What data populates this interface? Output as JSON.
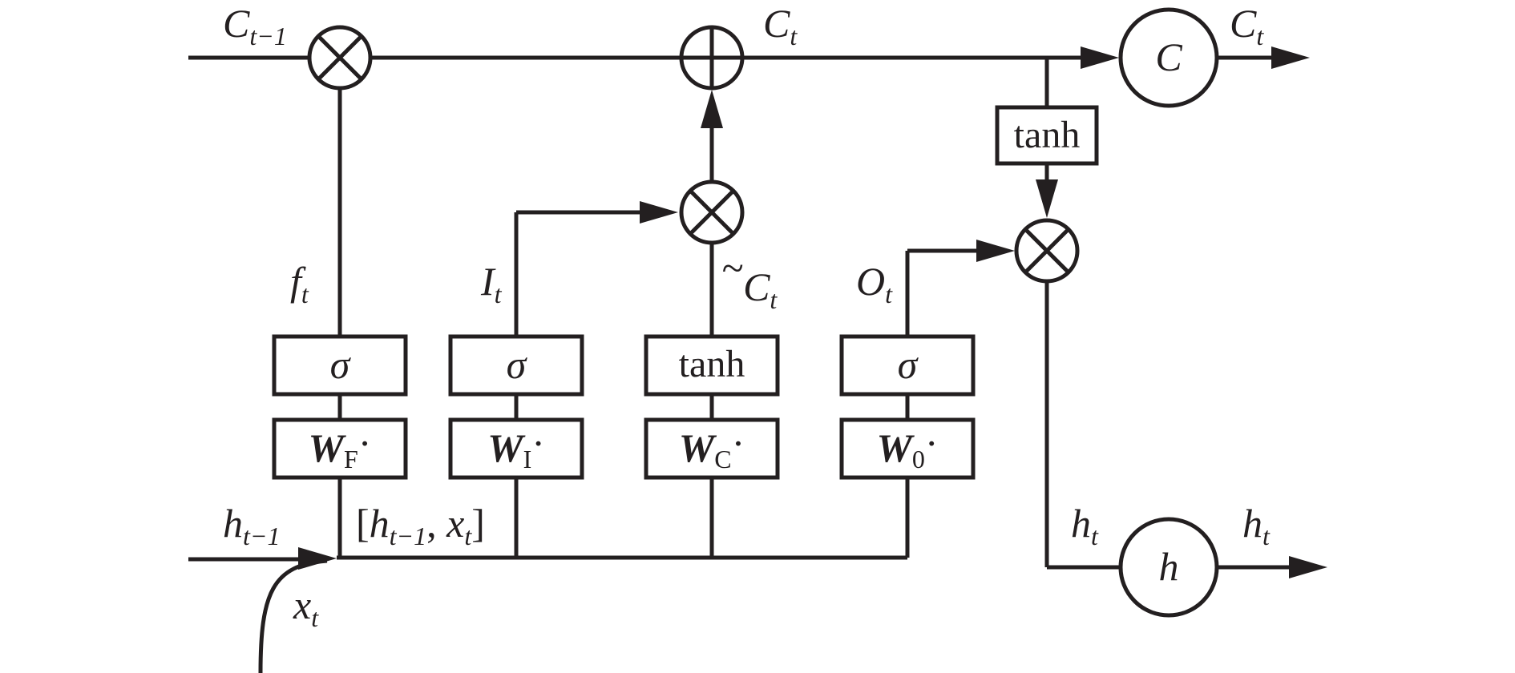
{
  "labels": {
    "c_prev_main": "C",
    "c_prev_sub": "t−1",
    "c_t_main": "C",
    "c_t_sub": "t",
    "c_out_main": "C",
    "c_out_sub": "t",
    "f_main": "f",
    "f_sub": "t",
    "i_main": "I",
    "i_sub": "t",
    "ctilde_tilde": "~",
    "ctilde_main": "C",
    "ctilde_sub": "t",
    "o_main": "O",
    "o_sub": "t",
    "h_prev_main": "h",
    "h_prev_sub": "t−1",
    "concat_open": "[",
    "concat_h": "h",
    "concat_h_sub": "t−1",
    "concat_comma": ", ",
    "concat_x": "x",
    "concat_x_sub": "t",
    "concat_close": "]",
    "x_main": "x",
    "x_sub": "t",
    "h_t_main": "h",
    "h_t_sub": "t",
    "h_out_main": "h",
    "h_out_sub": "t"
  },
  "nodes": {
    "cell_state": "C",
    "hidden_state": "h"
  },
  "gates": {
    "forget_activation": "σ",
    "input_activation": "σ",
    "candidate_activation": "tanh",
    "output_activation": "σ",
    "cell_tanh": "tanh"
  },
  "weights": {
    "w_symbol": "W",
    "forget_sub": "F",
    "input_sub": "I",
    "candidate_sub": "C",
    "output_sub": "0",
    "dot": "·"
  }
}
